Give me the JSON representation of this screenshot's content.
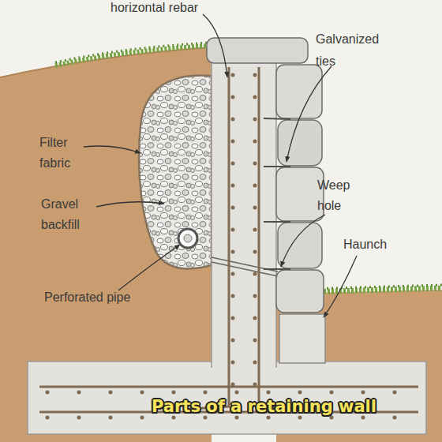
{
  "diagram": {
    "caption": "Parts of a retaining wall",
    "labels": [
      "horizontal rebar",
      "Galvanized ties",
      "Filter fabric",
      "Gravel backfill",
      "Weep hole",
      "Haunch",
      "Perforated pipe"
    ]
  }
}
